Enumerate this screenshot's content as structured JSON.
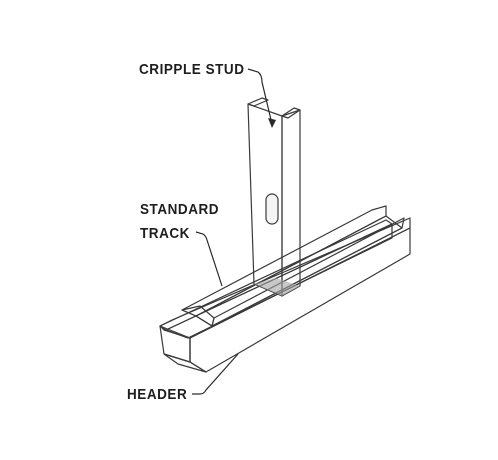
{
  "labels": {
    "cripple_stud": "CRIPPLE STUD",
    "standard_track_line1": "STANDARD",
    "standard_track_line2": "TRACK",
    "header": "HEADER"
  },
  "colors": {
    "metal_light": "#dadada",
    "metal_mid": "#c4c4c4",
    "metal_dark": "#a9a9a9",
    "outline": "#3a3a3a",
    "text": "#1e1e1e"
  }
}
